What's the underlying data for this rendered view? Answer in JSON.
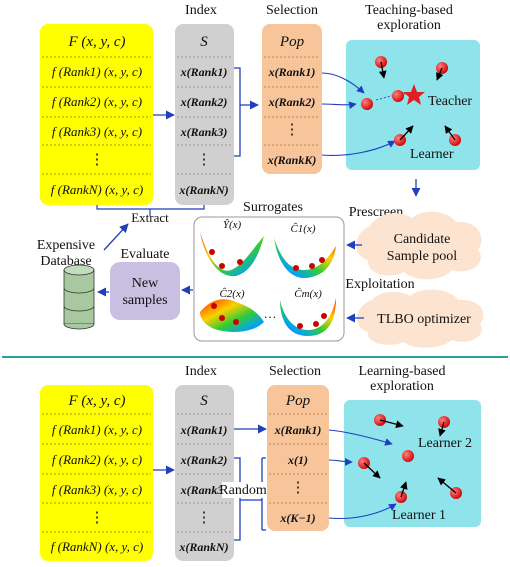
{
  "top": {
    "header_index": "Index",
    "header_selection": "Selection",
    "header_teaching": [
      "Teaching-based",
      "exploration"
    ],
    "fn_title": "F (x, y, c)",
    "fn_rows": [
      "f (Rank1) (x, y, c)",
      "f (Rank2) (x, y, c)",
      "f (Rank3) (x, y, c)",
      "⋮",
      "f (RankN) (x, y, c)"
    ],
    "index_title": "S",
    "index_rows": [
      "x(Rank1)",
      "x(Rank2)",
      "x(Rank3)",
      "⋮",
      "x(RankN)"
    ],
    "pop_title": "Pop",
    "pop_rows": [
      "x(Rank1)",
      "x(Rank2)",
      "⋮",
      "x(RankK)"
    ],
    "teacher": "Teacher",
    "learner": "Learner",
    "extract": "Extract",
    "surrogates": "Surrogates",
    "surrogate_labels": [
      "Ŷ(x)",
      "Ĉ1(x)",
      "Ĉ2(x)",
      "Ĉm(x)"
    ],
    "prescreen": "Prescreen",
    "candidate": [
      "Candidate",
      "Sample pool"
    ],
    "exploitation": "Exploitation",
    "tlbo": "TLBO optimizer",
    "expensive_db": [
      "Expensive",
      "Database"
    ],
    "evaluate": "Evaluate",
    "new_samples": [
      "New",
      "samples"
    ]
  },
  "bottom": {
    "header_index": "Index",
    "header_selection": "Selection",
    "header_learning": [
      "Learning-based",
      "exploration"
    ],
    "fn_title": "F (x, y, c)",
    "fn_rows": [
      "f (Rank1) (x, y, c)",
      "f (Rank2) (x, y, c)",
      "f (Rank3) (x, y, c)",
      "⋮",
      "f (RankN) (x, y, c)"
    ],
    "index_title": "S",
    "index_rows": [
      "x(Rank1)",
      "x(Rank2)",
      "x(Rank3)",
      "⋮",
      "x(RankN)"
    ],
    "pop_title": "Pop",
    "pop_rows": [
      "x(Rank1)",
      "x(1)",
      "⋮",
      "x(K−1)"
    ],
    "random": "Random",
    "learner1": "Learner 1",
    "learner2": "Learner 2"
  },
  "colors": {
    "yellow": "#ffff00",
    "gray": "#d0d0d0",
    "peach": "#f8c49a",
    "cyan": "#8fe3ea",
    "lavender": "#c9bfe0",
    "divider": "#2aa198",
    "arrow": "#1f3fbf"
  }
}
